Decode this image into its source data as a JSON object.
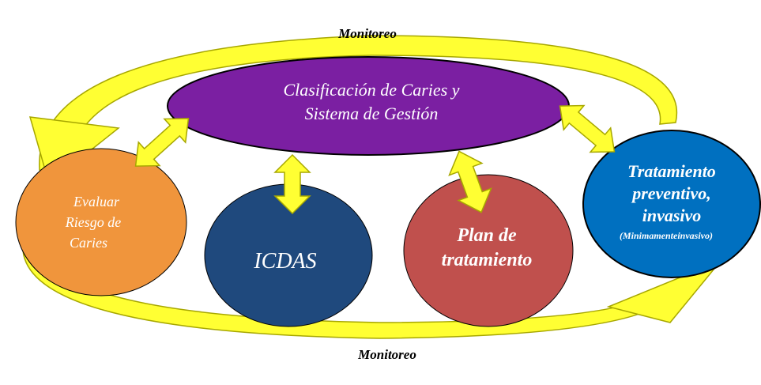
{
  "diagram": {
    "monitor_top": "Monitoreo",
    "monitor_bottom": "Monitoreo",
    "center": {
      "line1": "Clasificación de Caries y",
      "line2": "Sistema de Gestión"
    },
    "risk": {
      "line1": "Evaluar",
      "line2": "Riesgo de",
      "line3": "Caries"
    },
    "icdas": {
      "label": "ICDAS"
    },
    "plan": {
      "line1": "Plan de",
      "line2": "tratamiento"
    },
    "treatment": {
      "line1": "Tratamiento",
      "line2": "preventivo,",
      "line3": "invasivo",
      "line4": "(Minimamenteinvasivo)"
    }
  },
  "colors": {
    "center_fill": "#7b1fa2",
    "risk_fill": "#f0953c",
    "icdas_fill": "#1f497d",
    "plan_fill": "#c0504d",
    "treatment_fill": "#0070c0",
    "arrow_fill": "#ffff33",
    "arrow_stroke": "#a7a700"
  }
}
